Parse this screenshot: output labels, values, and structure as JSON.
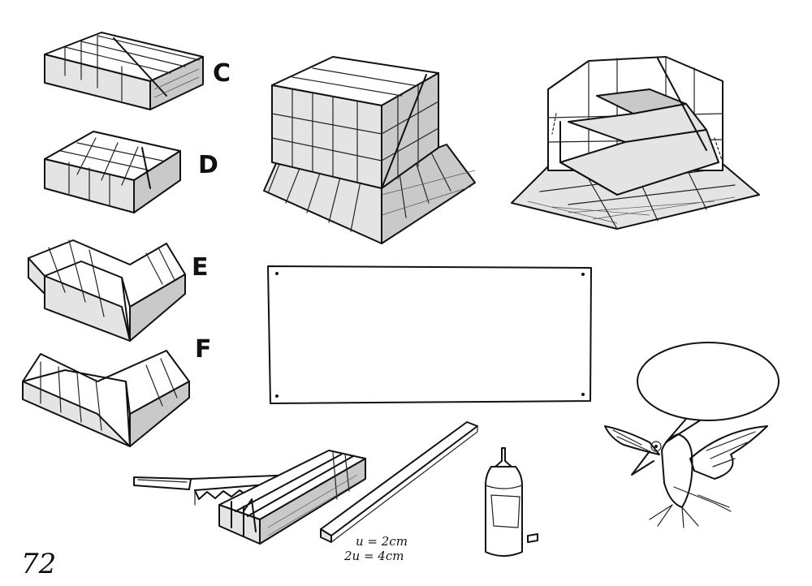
{
  "labels": {
    "c": "C",
    "d": "D",
    "e": "E",
    "f": "F"
  },
  "annotations": {
    "unit_line1": "u = 2cm",
    "unit_line2": "2u = 4cm"
  },
  "page_number": "72"
}
